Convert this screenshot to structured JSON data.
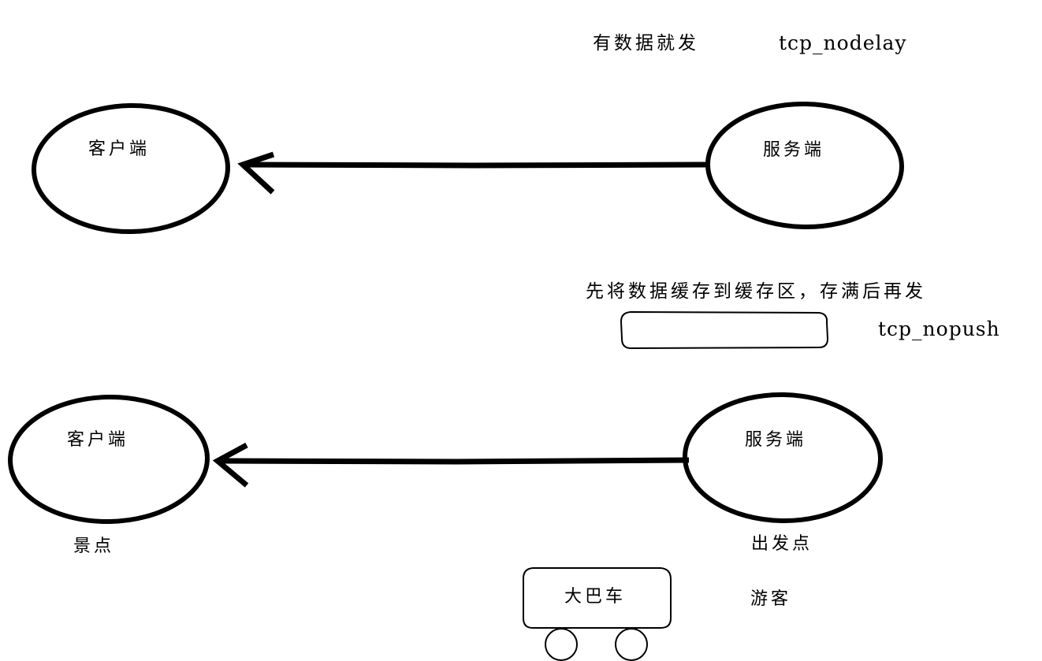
{
  "diagram": {
    "title_note_top": "有数据就发",
    "option_top": "tcp_nodelay",
    "note_bottom": "先将数据缓存到缓存区，存满后再发",
    "option_bottom": "tcp_nopush",
    "stroke_color": "#000000",
    "background_color": "#ffffff",
    "text_color": "#000000"
  },
  "top_section": {
    "client_node": "客户端",
    "server_node": "服务端",
    "arrow_direction": "server-to-client"
  },
  "bottom_section": {
    "client_node": "客户端",
    "server_node": "服务端",
    "client_caption": "景点",
    "server_caption": "出发点",
    "arrow_direction": "server-to-client"
  },
  "buffer": {
    "shape": "rounded-rectangle",
    "label": ""
  },
  "bus": {
    "label": "大巴车",
    "passengers_label": "游客",
    "wheel_count": 2
  }
}
